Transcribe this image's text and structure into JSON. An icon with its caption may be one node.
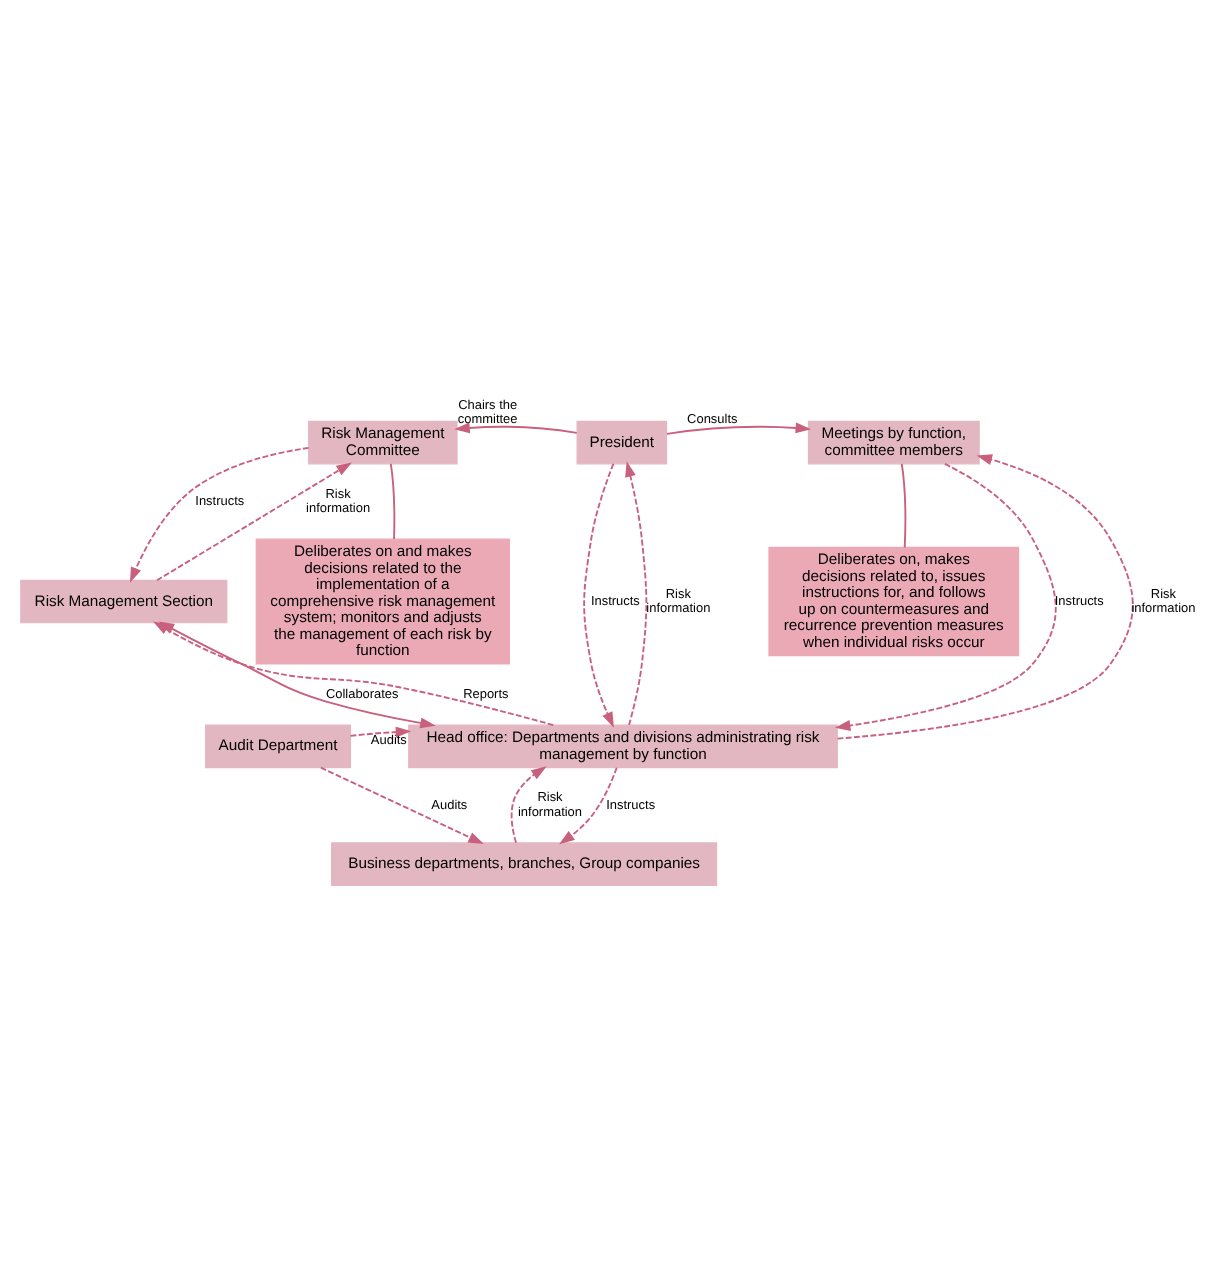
{
  "diagram": {
    "nodes": [
      {
        "text": [
          "Risk Management Committee"
        ]
      },
      {
        "text": [
          "President"
        ]
      },
      {
        "text": [
          "Meetings by function, committee members"
        ]
      },
      {
        "text": [
          "Deliberates on and makes decisions related to the implementation of a comprehensive risk management system; monitors and adjusts the management of each risk by function"
        ]
      },
      {
        "text": [
          "Deliberates on, makes decisions related to, issues instructions for, and follows up on countermeasures and recurrence prevention measures when individual risks occur"
        ]
      },
      {
        "text": [
          "Risk Management Section"
        ]
      },
      {
        "text": [
          "Head office: Departments and divisions administrating risk management by function"
        ]
      },
      {
        "text": [
          "Audit Department"
        ]
      },
      {
        "text": [
          "Business departments, branches, Group companies"
        ]
      }
    ],
    "edges": [
      {
        "from": 1,
        "to": 0,
        "arrow": "to",
        "label": "Chairs the committee"
      },
      {
        "from": 1,
        "to": 2,
        "arrow": "to",
        "label": "Consults"
      },
      {
        "from": 3,
        "to": 0,
        "arrow": "none"
      },
      {
        "from": 4,
        "to": 2,
        "arrow": "none"
      },
      {
        "from": 0,
        "to": 5,
        "arrow": "to",
        "label": "Instructs",
        "style": "dashed"
      },
      {
        "from": 5,
        "to": 0,
        "arrow": "to",
        "label": "Risk information",
        "style": "dashed"
      },
      {
        "from": 1,
        "to": 6,
        "arrow": "to",
        "label": "Instructs",
        "style": "dashed"
      },
      {
        "from": 6,
        "to": 1,
        "arrow": "to",
        "label": "Risk information",
        "style": "dashed"
      },
      {
        "from": 2,
        "to": 6,
        "arrow": "to",
        "label": "Instructs",
        "style": "dashed"
      },
      {
        "from": 6,
        "to": 2,
        "arrow": "to",
        "label": "Risk information",
        "style": "dashed"
      },
      {
        "from": 5,
        "to": 6,
        "arrow": "both",
        "label": "Collaborates"
      },
      {
        "from": 6,
        "to": 5,
        "arrow": "to",
        "label": "Reports",
        "style": "dashed"
      },
      {
        "from": 7,
        "to": 6,
        "arrow": "to",
        "label": "Audits",
        "style": "dashed"
      },
      {
        "from": 7,
        "to": 8,
        "arrow": "to",
        "label": "Audits",
        "style": "dashed"
      },
      {
        "from": 6,
        "to": 8,
        "arrow": "to",
        "label": "Instructs",
        "style": "dashed"
      },
      {
        "from": 8,
        "to": 6,
        "arrow": "to",
        "label": "Risk information",
        "style": "dashed"
      }
    ]
  }
}
